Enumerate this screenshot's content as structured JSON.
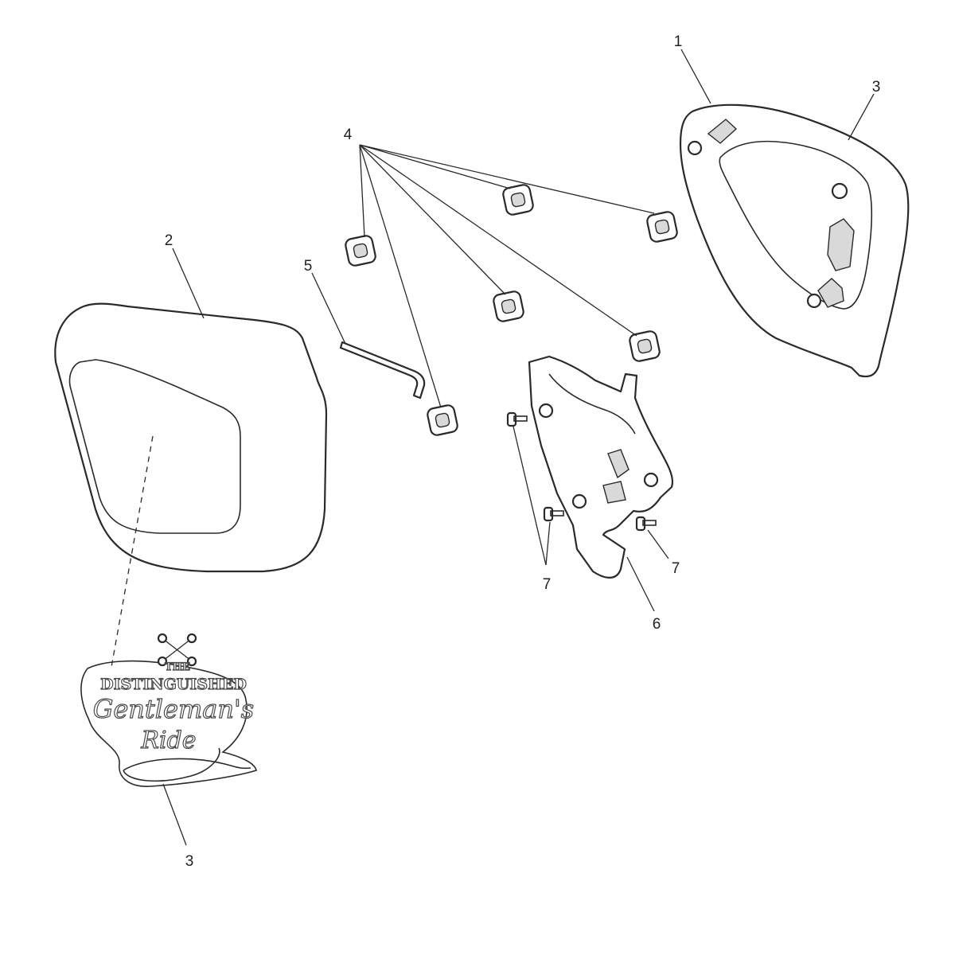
{
  "callouts": {
    "c1": "1",
    "c2": "2",
    "c3a": "3",
    "c3b": "3",
    "c4": "4",
    "c5": "5",
    "c6": "6",
    "c7a": "7",
    "c7b": "7"
  },
  "decal": {
    "line1": "THE",
    "line2": "DISTINGUISHED",
    "line3": "Gentleman's",
    "line4": "Ride"
  },
  "colors": {
    "line": "#2a2a2a",
    "fill": "#ffffff",
    "shade": "#d9d9d9"
  }
}
